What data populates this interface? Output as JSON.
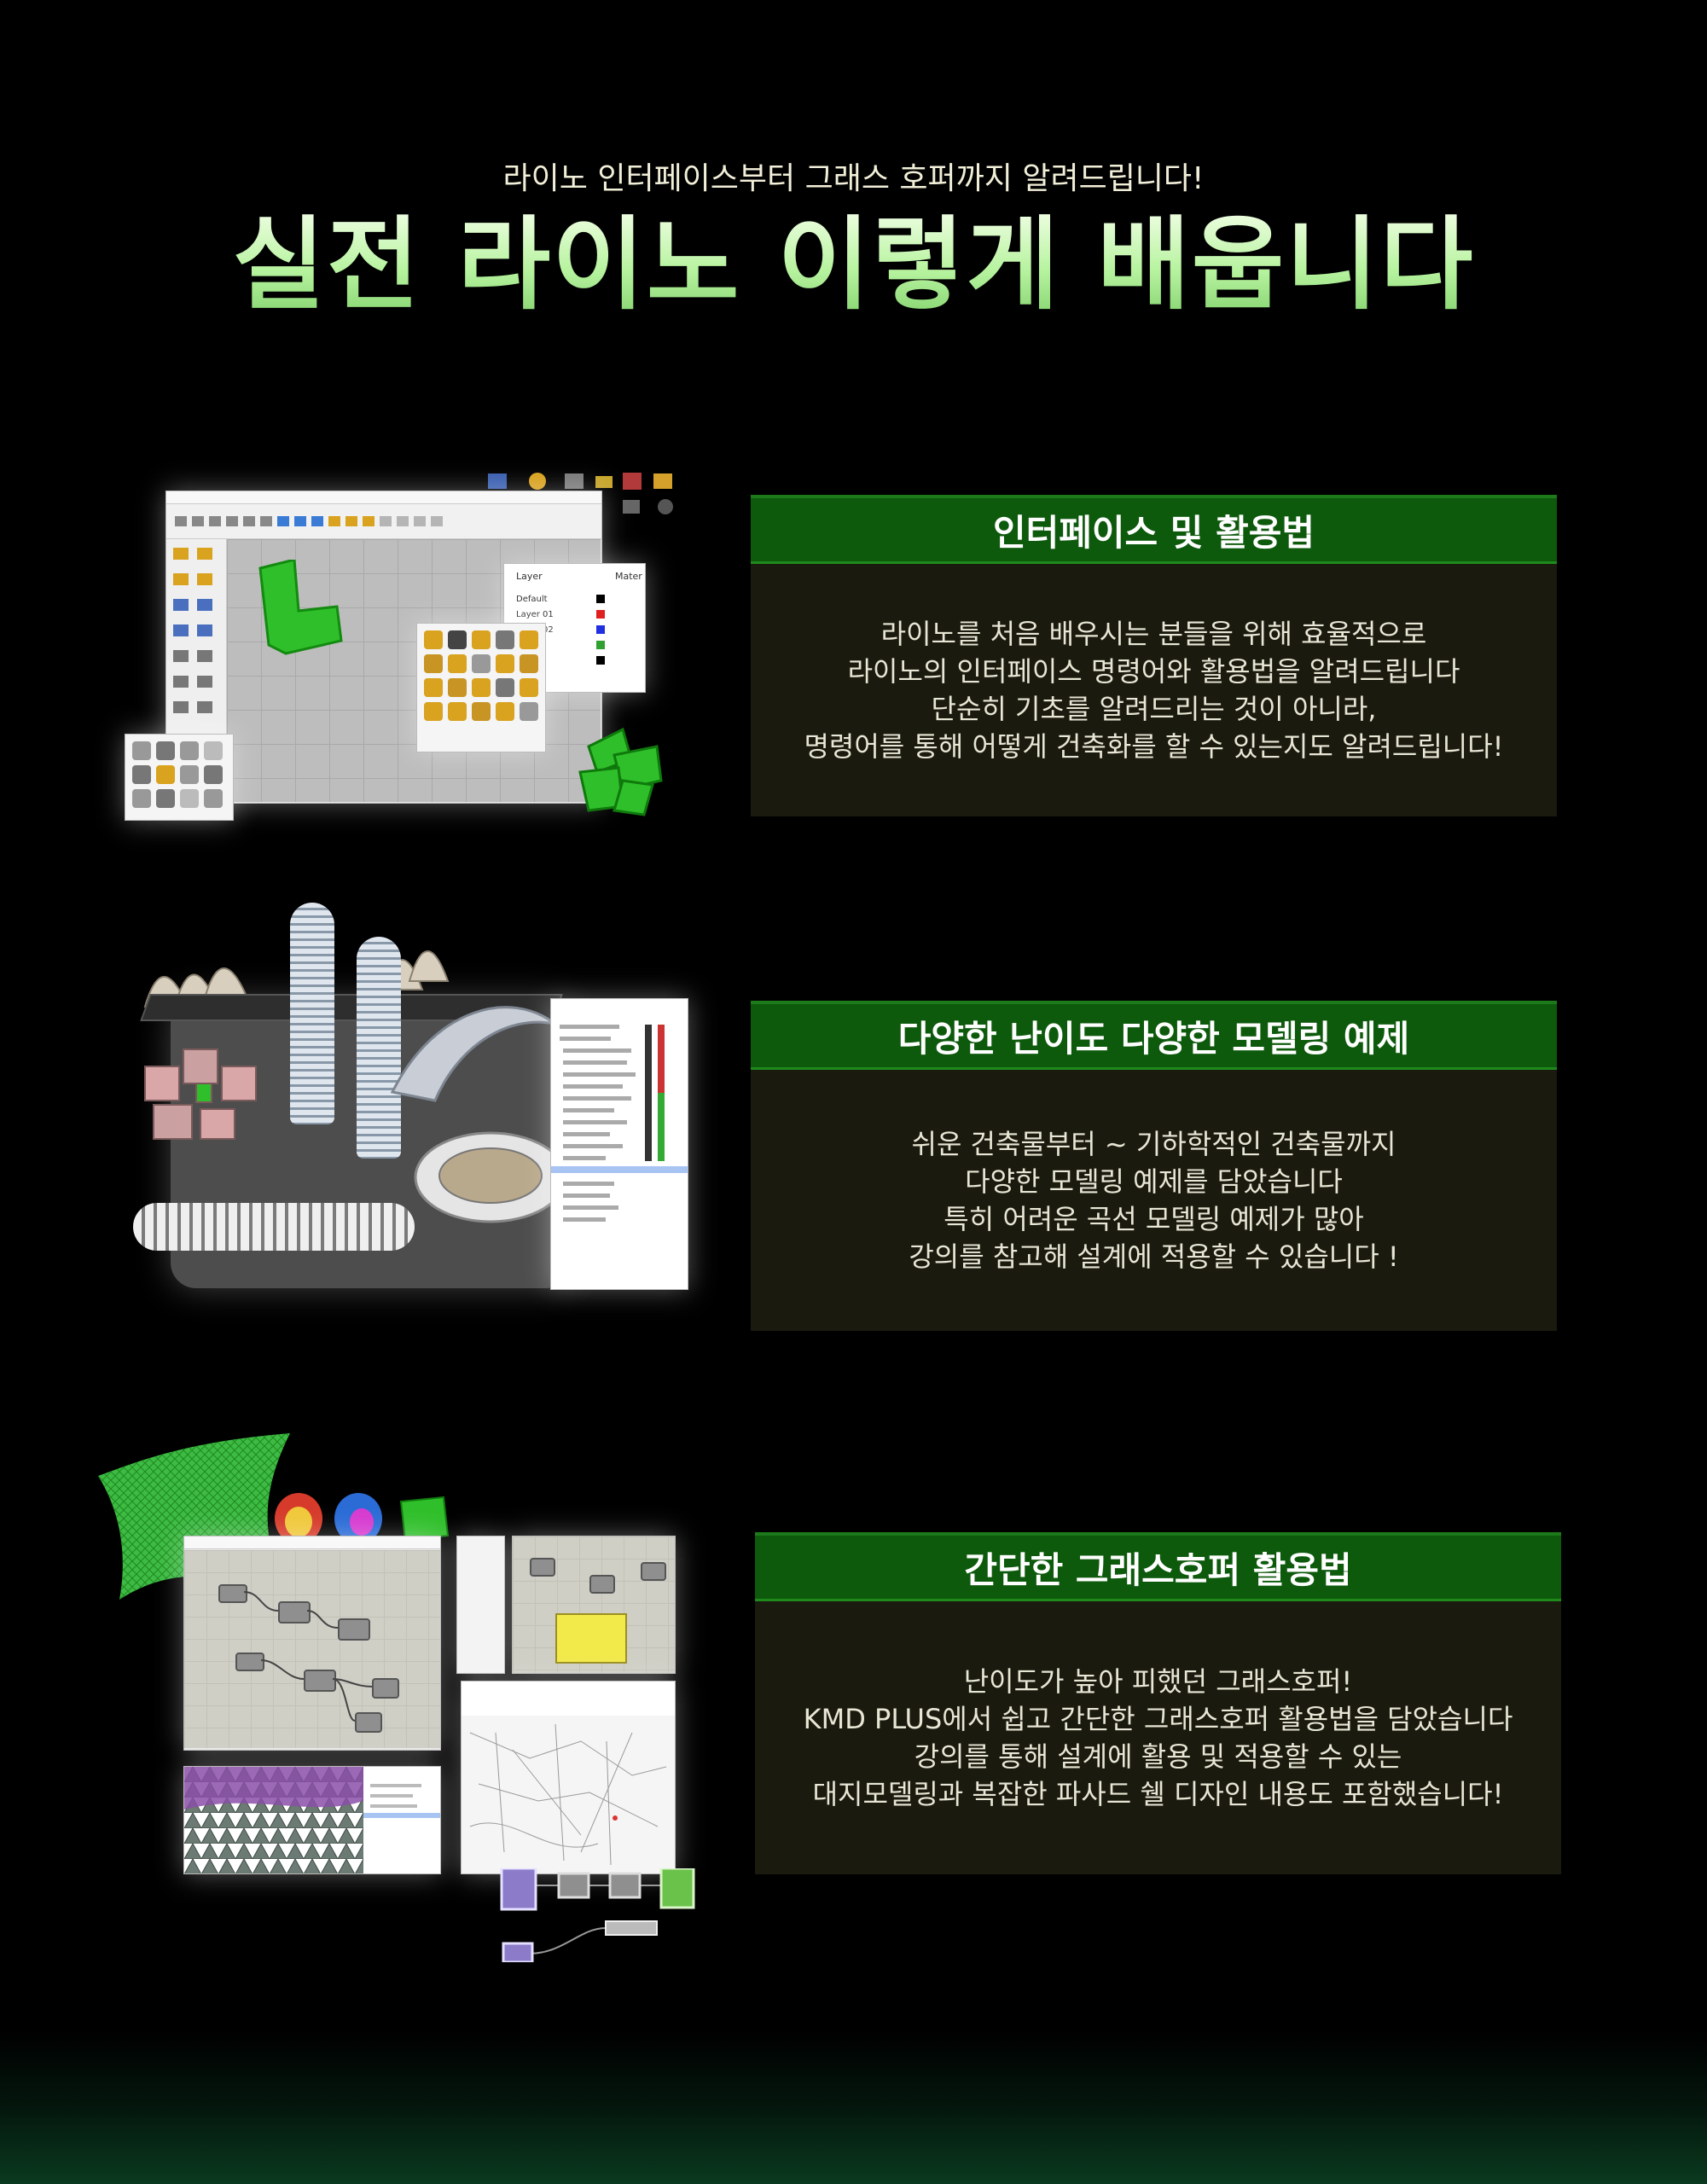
{
  "header": {
    "subtitle": "라이노 인터페이스부터 그래스 호퍼까지 알려드립니다!",
    "title": "실전 라이노 이렇게 배웁니다"
  },
  "sections": [
    {
      "heading": "인터페이스 및 활용법",
      "lines": [
        "라이노를 처음 배우시는 분들을 위해 효율적으로",
        "라이노의 인터페이스 명령어와 활용법을 알려드립니다",
        "단순히 기초를 알려드리는 것이 아니라,",
        "명령어를 통해 어떻게 건축화를 할 수 있는지도 알려드립니다!"
      ]
    },
    {
      "heading": "다양한 난이도 다양한 모델링 예제",
      "lines": [
        "쉬운 건축물부터 ~ 기하학적인 건축물까지",
        "다양한 모델링 예제를 담았습니다",
        "특히 어려운 곡선 모델링 예제가 많아",
        "강의를 참고해 설계에 적용할 수 있습니다 !"
      ]
    },
    {
      "heading": "간단한 그래스호퍼 활용법",
      "lines": [
        "난이도가 높아 피했던 그래스호퍼!",
        "KMD PLUS에서 쉽고 간단한 그래스호퍼 활용법을 담았습니다",
        "강의를 통해 설계에 활용 및 적용할 수 있는",
        "대지모델링과 복잡한 파사드 쉘 디자인 내용도 포함했습니다!"
      ]
    }
  ],
  "colors": {
    "header_green": "#0e5a0d",
    "card_body": "#1b1a0f",
    "title_green": "#b8f2a2",
    "model_green": "#2fbf2a"
  }
}
